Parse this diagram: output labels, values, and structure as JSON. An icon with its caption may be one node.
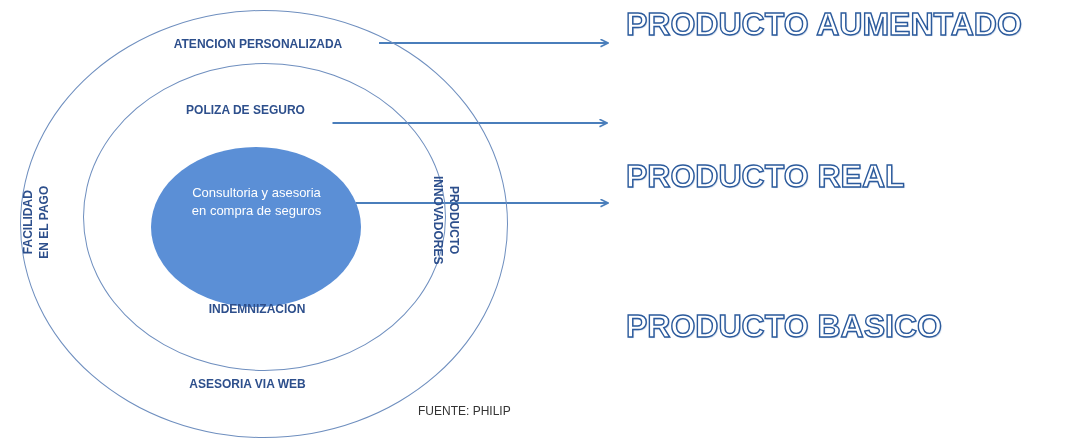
{
  "diagram": {
    "nodes": [
      {
        "text": [
          "FACILIDAD EN EL PAGO",
          "PRODUCTO INNOVADORES",
          "ASESORIA VIA WEB"
        ]
      },
      {
        "text": [
          "ATENCION PERSONALIZADA"
        ],
        "in": 0
      },
      {
        "text": [
          "INDEMNIZACION"
        ],
        "in": 0
      },
      {
        "text": [
          "POLIZA DE SEGURO"
        ],
        "in": 2
      },
      {
        "text": [
          "Consultoria y asesoria en compra de seguros"
        ],
        "in": 2
      },
      {
        "text": [
          "PRODUCTO AUMENTADO"
        ]
      },
      {
        "text": [
          "PRODUCTO REAL"
        ]
      },
      {
        "text": [
          "PRODUCTO BASICO"
        ]
      }
    ],
    "edges": [
      {
        "from": 1,
        "to": 5,
        "arrow": "to"
      },
      {
        "from": 3,
        "to": null,
        "arrow": "to"
      },
      {
        "from": 4,
        "to": 6,
        "arrow": "to"
      }
    ],
    "labels": [
      "FUENTE: PHILIP"
    ]
  }
}
